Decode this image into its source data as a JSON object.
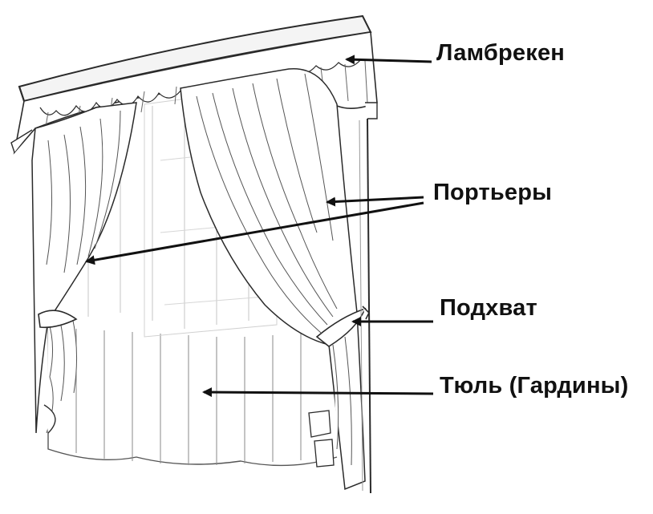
{
  "labels": {
    "valance": "Ламбрекен",
    "drapes": "Портьеры",
    "tieback": "Подхват",
    "tulle": "Тюль (Гардины)"
  },
  "colors": {
    "ink": "#111111",
    "sketch": "#2a2a2a",
    "sketch_light": "#9a9a9a",
    "background": "#ffffff"
  }
}
